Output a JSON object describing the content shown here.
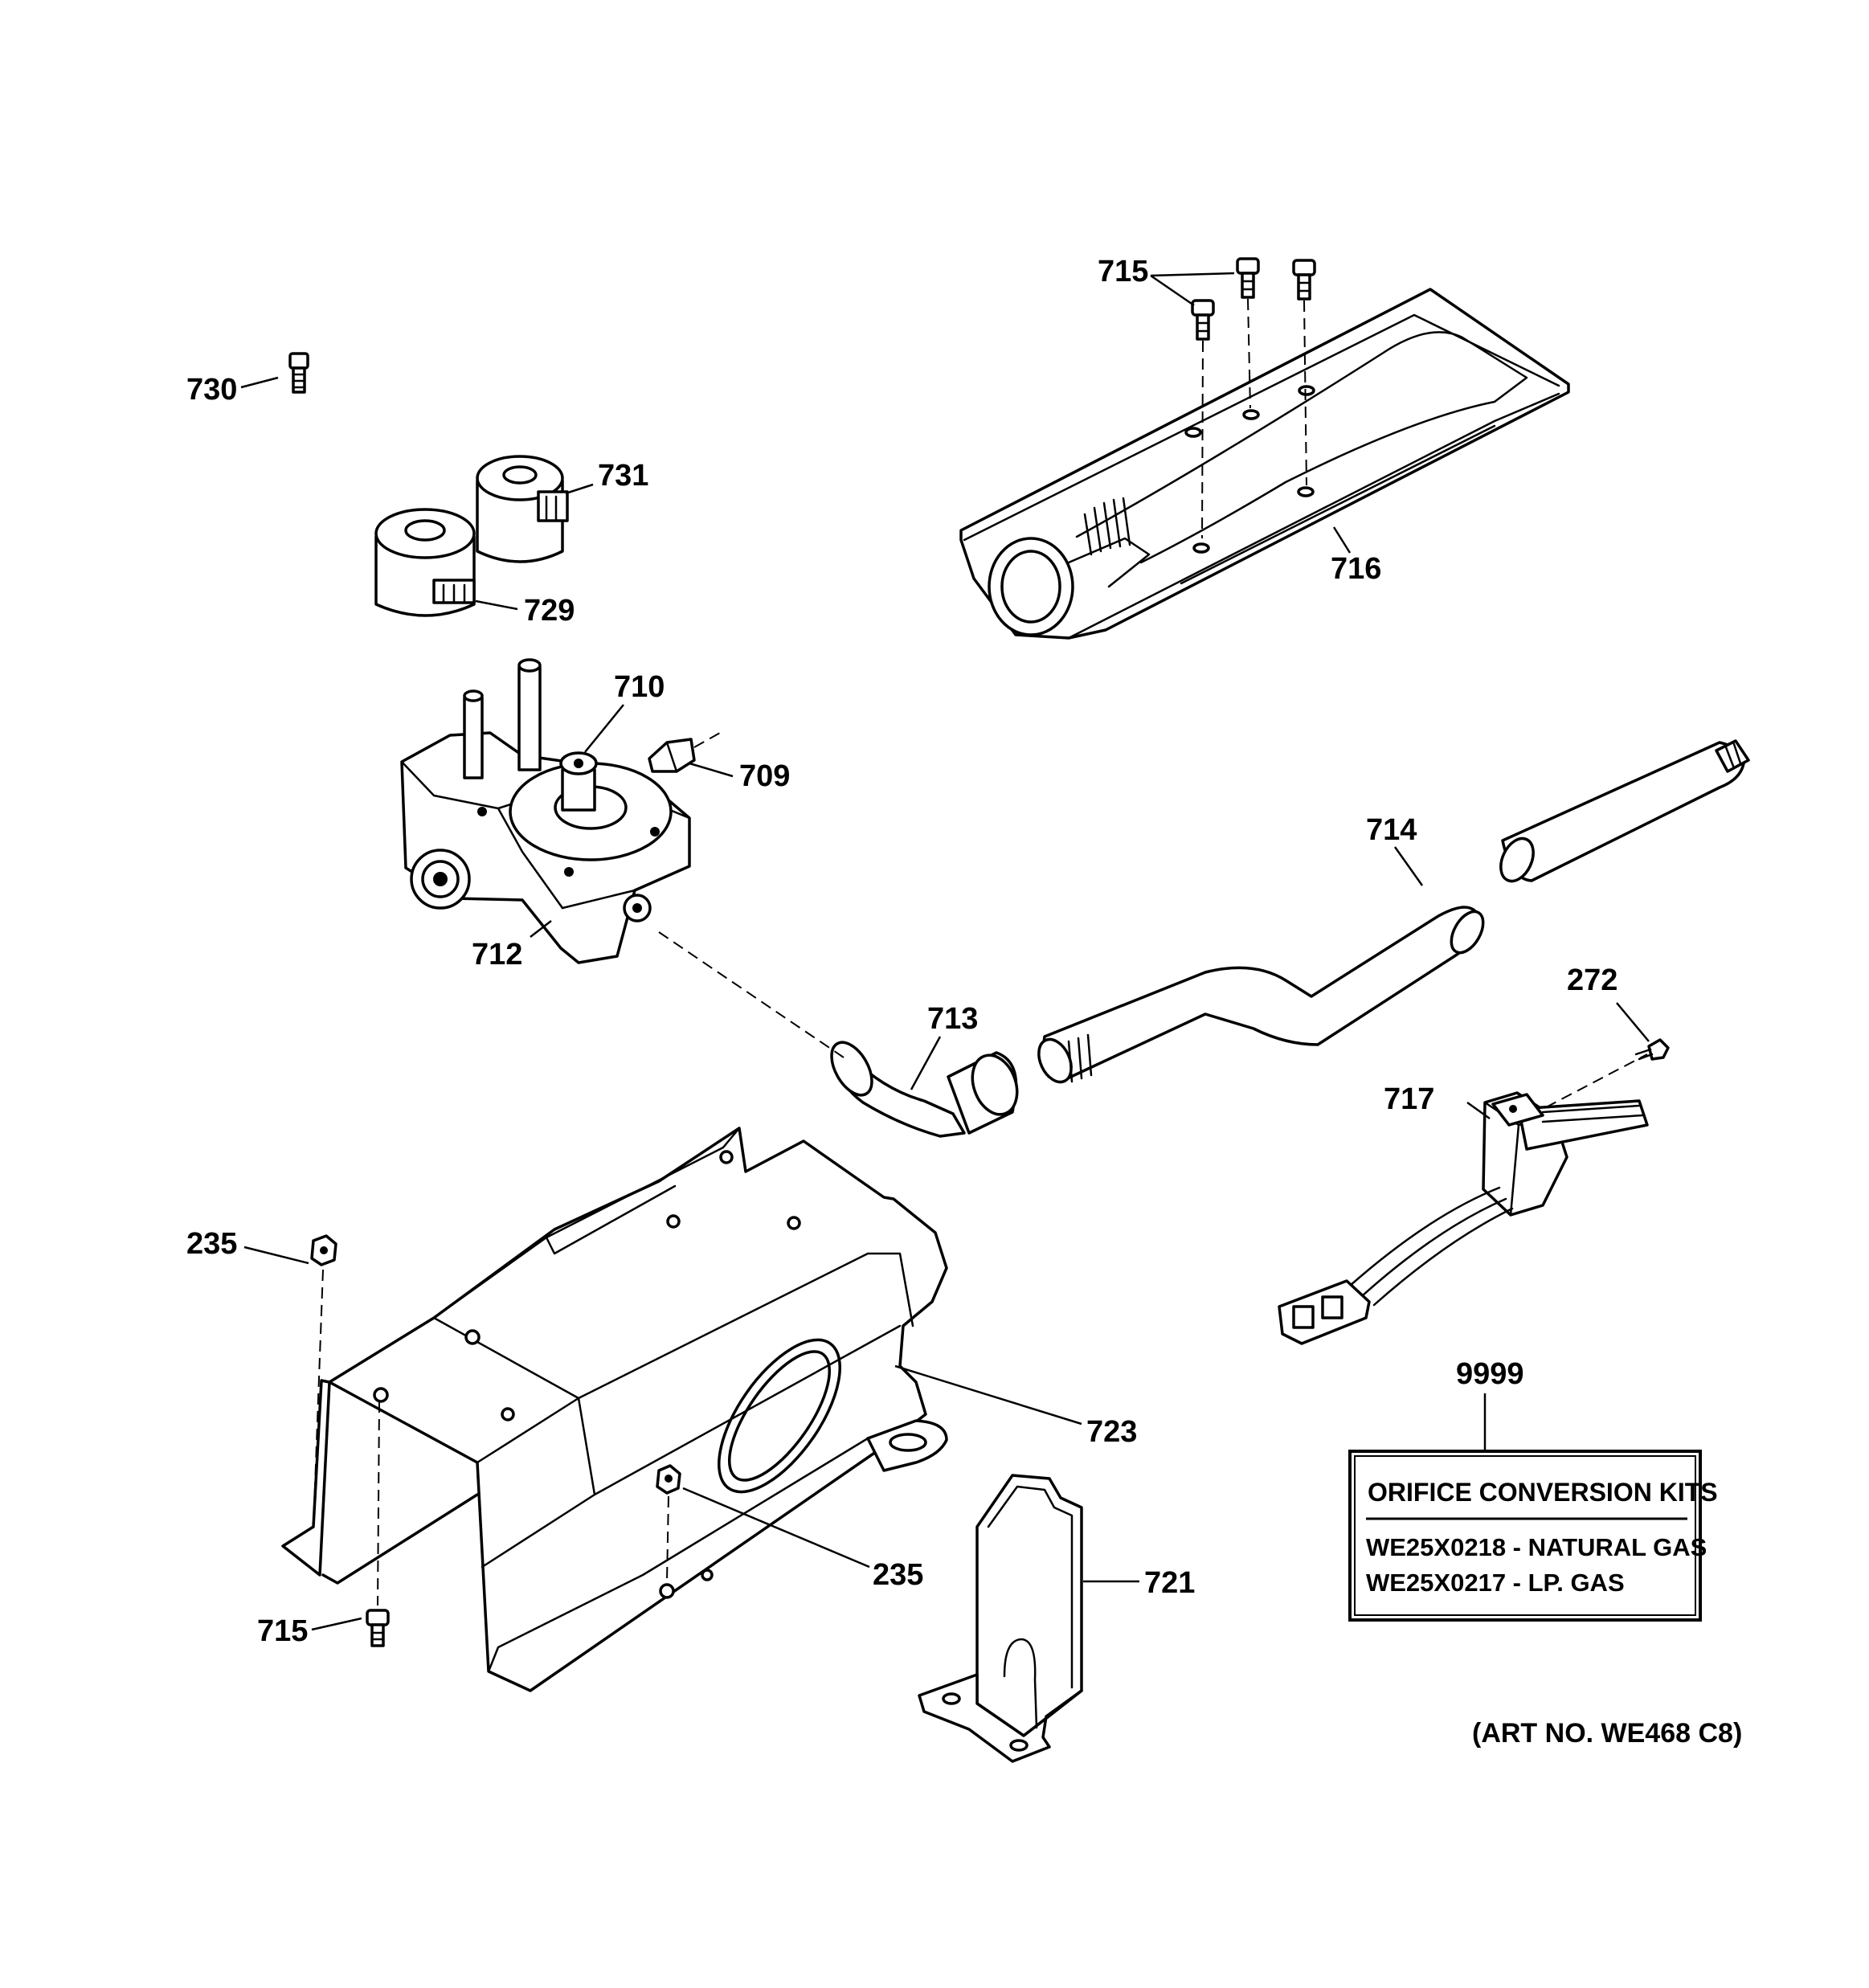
{
  "labels": {
    "l715_top": "715",
    "l730": "730",
    "l731": "731",
    "l729": "729",
    "l716": "716",
    "l710": "710",
    "l709": "709",
    "l714": "714",
    "l712": "712",
    "l713": "713",
    "l272": "272",
    "l717": "717",
    "l235_left": "235",
    "l9999": "9999",
    "l723": "723",
    "l235_bottom": "235",
    "l721": "721",
    "l715_bottom": "715"
  },
  "kit_box": {
    "title": "ORIFICE CONVERSION KITS",
    "line_1": "WE25X0218 - NATURAL GAS",
    "line_2": "WE25X0217 - LP. GAS"
  },
  "art_number": "(ART NO. WE468 C8)"
}
